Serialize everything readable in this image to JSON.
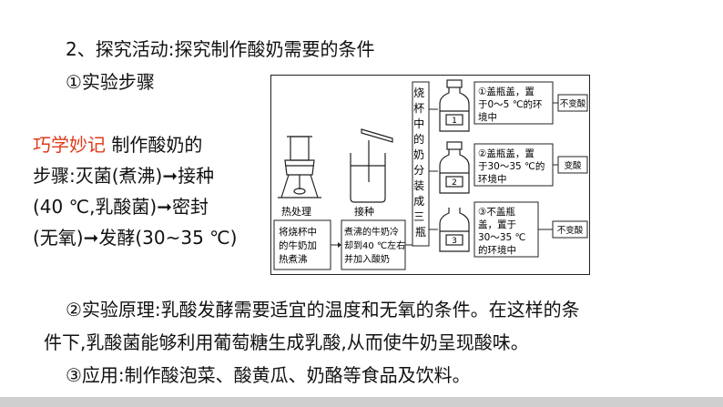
{
  "title": "2、探究活动:探究制作酸奶需要的条件",
  "steps_heading": "①实验步骤",
  "memo": {
    "tag": "巧学妙记",
    "line1_rest": " 制作酸奶的",
    "line2": "步骤:灭菌(煮沸)➞接种",
    "line3": "(40 ℃,乳酸菌)➞密封",
    "line4": "(无氧)➞发酵(30~35 ℃)"
  },
  "diagram": {
    "label_heat": "热处理",
    "label_inoculate": "接种",
    "box1": [
      "将烧杯中",
      "的牛奶加",
      "热煮沸"
    ],
    "box2": [
      "煮沸的牛奶冷",
      "却到40 ℃左右",
      "并加入酸奶"
    ],
    "vertical": [
      "烧",
      "杯",
      "中",
      "的",
      "奶",
      "分",
      "装",
      "成",
      "三",
      "瓶"
    ],
    "bottle_numbers": [
      "1",
      "2",
      "3"
    ],
    "cond1": [
      "①盖瓶盖，置",
      "于0～5 ℃的环",
      "境中"
    ],
    "cond2": [
      "②盖瓶盖，置",
      "于30～35 ℃的",
      "环境中"
    ],
    "cond3": [
      "③不盖瓶",
      "盖，置于",
      "30～35 ℃",
      "的环境中"
    ],
    "result1": "不变酸",
    "result2": "变酸",
    "result3": "不变酸"
  },
  "principle_line1": "②实验原理:乳酸发酵需要适宜的温度和无氧的条件。在这样的条",
  "principle_line2": "件下,乳酸菌能够利用葡萄糖生成乳酸,从而使牛奶呈现酸味。",
  "application": "③应用:制作酸泡菜、酸黄瓜、奶酪等食品及饮料。"
}
